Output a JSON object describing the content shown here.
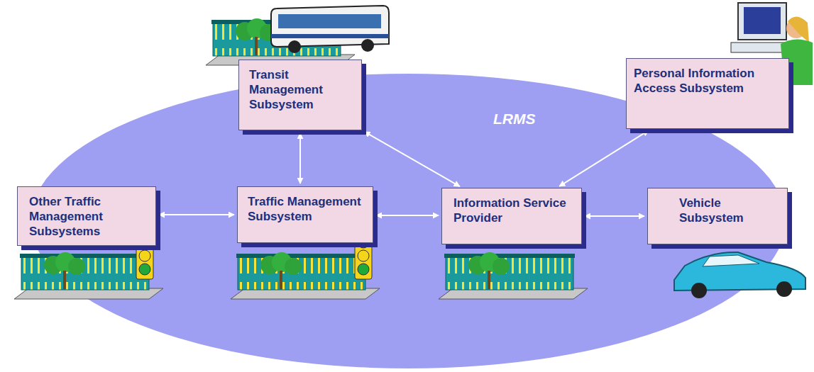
{
  "diagram": {
    "nodes": [
      {
        "text": [
          "Transit Management Subsystem"
        ]
      },
      {
        "text": [
          "Personal Information Access Subsystem"
        ]
      },
      {
        "text": [
          "Other Traffic Management Subsystems"
        ]
      },
      {
        "text": [
          "Traffic Management Subsystem"
        ]
      },
      {
        "text": [
          "Information Service Provider"
        ]
      },
      {
        "text": [
          "Vehicle Subsystem"
        ]
      }
    ],
    "edges": [
      {
        "from": 0,
        "to": 3,
        "arrow": "both"
      },
      {
        "from": 0,
        "to": 4,
        "arrow": "both"
      },
      {
        "from": 1,
        "to": 4,
        "arrow": "both"
      },
      {
        "from": 2,
        "to": 3,
        "arrow": "both"
      },
      {
        "from": 3,
        "to": 4,
        "arrow": "both"
      },
      {
        "from": 4,
        "to": 5,
        "arrow": "both"
      }
    ],
    "labels": [
      "LRMS"
    ]
  }
}
